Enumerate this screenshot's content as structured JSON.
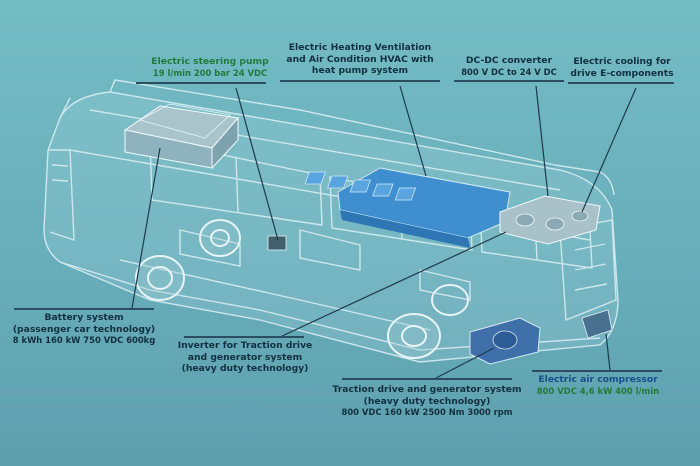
{
  "labels": {
    "steering_pump": {
      "line1": "Electric steering pump",
      "line2": "19 l/min 200 bar 24 VDC"
    },
    "hvac": {
      "line1": "Electric Heating Ventilation",
      "line2": "and Air Condition HVAC with",
      "line3": "heat pump system"
    },
    "dcdc": {
      "line1": "DC-DC converter",
      "line2": "800 V DC to 24 V DC"
    },
    "cooling": {
      "line1": "Electric cooling for",
      "line2": "drive E-components"
    },
    "battery": {
      "line1": "Battery system",
      "line2": "(passenger car technology)",
      "line3": "8 kWh 160 kW 750 VDC 600kg"
    },
    "inverter": {
      "line1": "Inverter for Traction drive",
      "line2": "and generator system",
      "line3": "(heavy duty technology)"
    },
    "traction": {
      "line1": "Traction drive and generator system",
      "line2": "(heavy duty technology)",
      "line3": "800 VDC 160 kW 2500 Nm 3000 rpm"
    },
    "compressor": {
      "line1": "Electric air compressor",
      "line2": "800 VDC 4,6 kW 400 l/min"
    }
  },
  "colors": {
    "background": "#6fb6c0",
    "wireframe": "#d9eef1",
    "component_blue": "#3f8fd0",
    "component_grey": "#b8c6cc",
    "leader_line": "#1f3a4c",
    "label_text": "#12303f",
    "highlight_text": "#227a3a"
  }
}
